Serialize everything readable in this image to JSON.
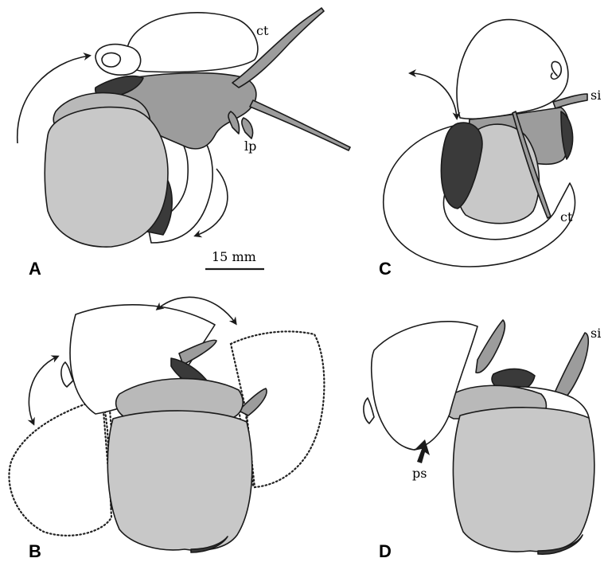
{
  "panels": [
    {
      "letter": "A"
    },
    {
      "letter": "B"
    },
    {
      "letter": "C"
    },
    {
      "letter": "D"
    }
  ],
  "labels": {
    "A": {
      "ct": "ct",
      "lp": "lp"
    },
    "C": {
      "si": "si",
      "ct": "ct"
    },
    "D": {
      "si": "si",
      "ps": "ps"
    }
  },
  "scale_bar": {
    "label": "15 mm"
  },
  "colors": {
    "outline": "#1a1a1a",
    "operculum": "#c8c8c8",
    "light_tissue": "#b9b9b9",
    "medium_tissue": "#9c9c9c",
    "dark_tissue": "#3a3a3a",
    "shell": "#ffffff"
  }
}
